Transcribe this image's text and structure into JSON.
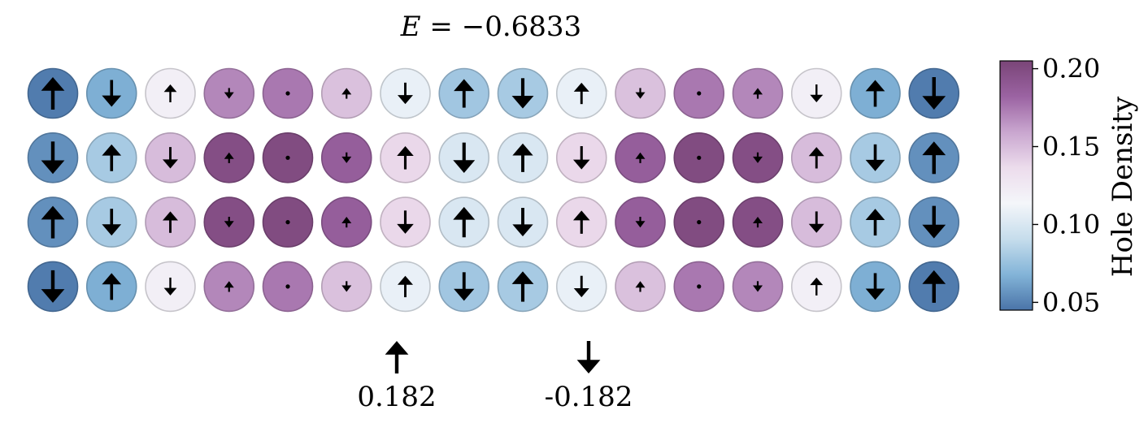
{
  "chart_data": {
    "type": "heatmap",
    "title_var": "E",
    "title_rest": " = −0.6833",
    "rows": 4,
    "cols": 16,
    "density": [
      [
        0.048,
        0.066,
        0.12,
        0.17,
        0.175,
        0.148,
        0.108,
        0.078,
        0.08,
        0.108,
        0.148,
        0.175,
        0.17,
        0.12,
        0.066,
        0.048
      ],
      [
        0.055,
        0.08,
        0.15,
        0.198,
        0.2,
        0.186,
        0.138,
        0.1,
        0.1,
        0.138,
        0.186,
        0.2,
        0.198,
        0.15,
        0.08,
        0.055
      ],
      [
        0.055,
        0.08,
        0.15,
        0.198,
        0.2,
        0.186,
        0.138,
        0.1,
        0.1,
        0.138,
        0.186,
        0.2,
        0.198,
        0.15,
        0.08,
        0.055
      ],
      [
        0.048,
        0.066,
        0.12,
        0.17,
        0.175,
        0.148,
        0.108,
        0.078,
        0.08,
        0.108,
        0.148,
        0.175,
        0.17,
        0.12,
        0.066,
        0.048
      ]
    ],
    "spin": [
      [
        0.182,
        -0.15,
        0.1,
        -0.06,
        0.0,
        0.06,
        -0.12,
        0.16,
        -0.17,
        0.12,
        -0.06,
        0.0,
        0.06,
        -0.1,
        0.15,
        -0.182
      ],
      [
        -0.182,
        0.15,
        -0.12,
        0.06,
        0.0,
        -0.06,
        0.13,
        -0.17,
        0.16,
        -0.13,
        0.06,
        0.0,
        -0.06,
        0.12,
        -0.15,
        0.182
      ],
      [
        0.182,
        -0.15,
        0.12,
        -0.06,
        0.0,
        0.06,
        -0.13,
        0.17,
        -0.16,
        0.13,
        -0.06,
        0.0,
        0.06,
        -0.12,
        0.15,
        -0.182
      ],
      [
        -0.182,
        0.15,
        -0.1,
        0.06,
        0.0,
        -0.06,
        0.12,
        -0.16,
        0.17,
        -0.12,
        0.06,
        0.0,
        -0.06,
        0.1,
        -0.15,
        0.182
      ]
    ],
    "legend": [
      {
        "spin": 0.182,
        "label": "0.182"
      },
      {
        "spin": -0.182,
        "label": "-0.182"
      }
    ],
    "colorbar": {
      "label": "Hole Density",
      "range": [
        0.045,
        0.205
      ],
      "ticks": [
        0.05,
        0.1,
        0.15,
        0.2
      ],
      "tick_labels": [
        "0.05",
        "0.10",
        "0.15",
        "0.20"
      ],
      "colormap_stops": [
        "#4a74a8",
        "#83b4d8",
        "#c6ddec",
        "#f4f6fa",
        "#ecdcec",
        "#c9a6cf",
        "#9b63a2",
        "#7a4578"
      ]
    }
  }
}
